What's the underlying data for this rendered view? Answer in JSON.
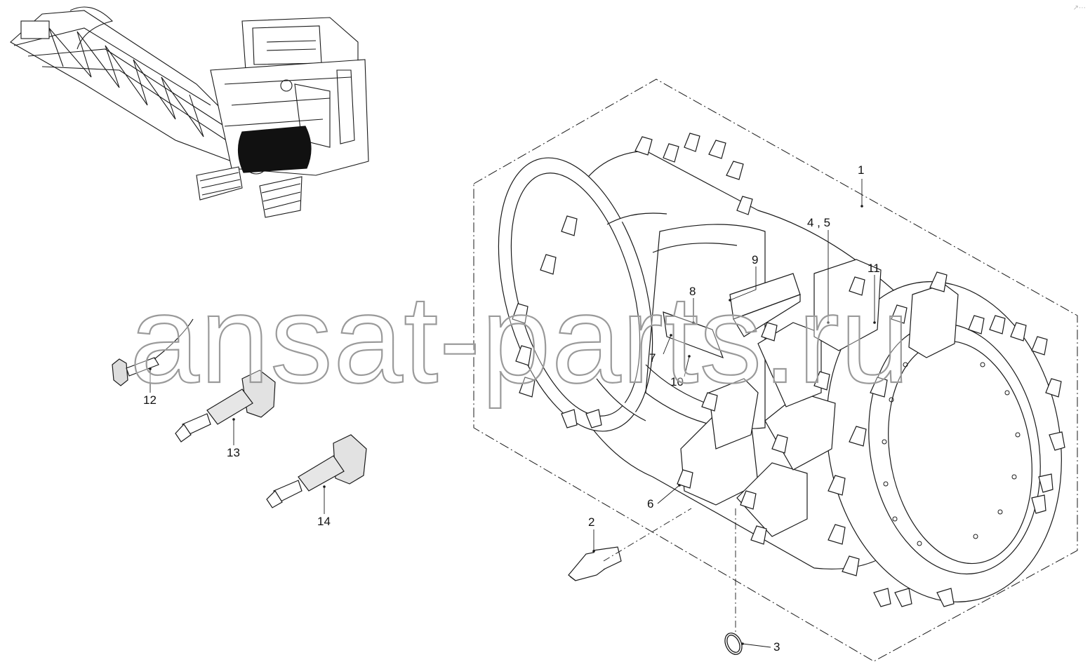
{
  "watermark": "ansat-parts.ru",
  "colors": {
    "line": "#1a1a1a",
    "grey": "#9a9a9a",
    "roller": "#111111"
  },
  "icons": {
    "corner": "link-icon"
  },
  "callouts": {
    "c1": "1",
    "c2": "2",
    "c3": "3",
    "c45": "4 , 5",
    "c6": "6",
    "c7": "7",
    "c8": "8",
    "c9": "9",
    "c10": "10",
    "c11": "11",
    "c12": "12",
    "c13": "13",
    "c14": "14"
  }
}
